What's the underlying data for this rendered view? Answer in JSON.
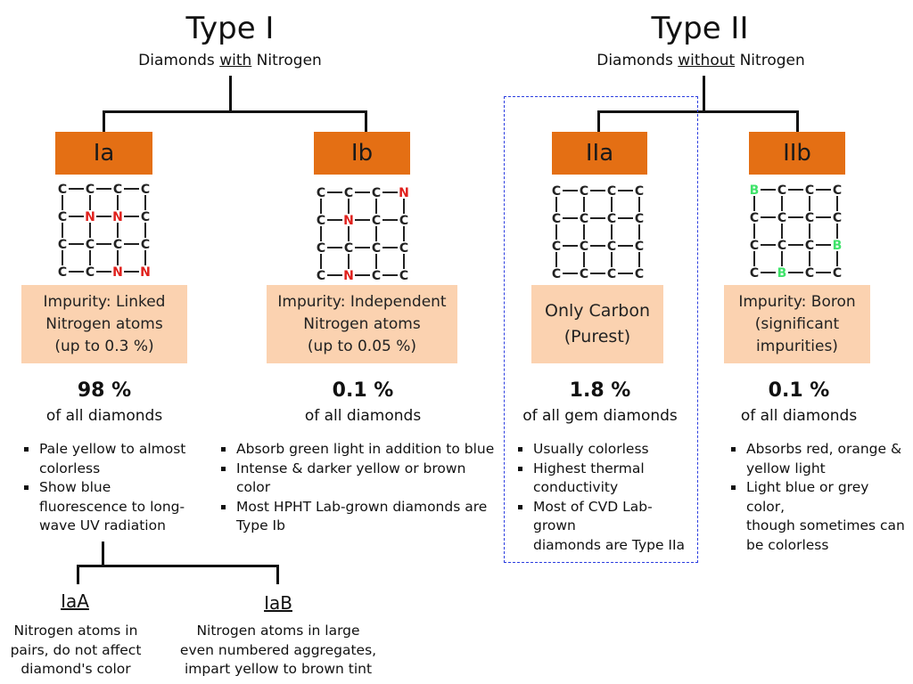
{
  "type1": {
    "title": "Type I",
    "subtitle_pre": "Diamonds ",
    "subtitle_em": "with",
    "subtitle_post": " Nitrogen"
  },
  "type2": {
    "title": "Type II",
    "subtitle_pre": "Diamonds ",
    "subtitle_em": "without",
    "subtitle_post": " Nitrogen"
  },
  "categories": [
    {
      "label": "Ia",
      "impurity_lines": [
        "Impurity: Linked",
        "Nitrogen atoms",
        "(up to 0.3 %)"
      ],
      "percent": "98 %",
      "percent_sub": "of all diamonds",
      "bullets": [
        [
          "Pale yellow to almost",
          "colorless"
        ],
        [
          "Show blue",
          "fluorescence to long-",
          "wave UV radiation"
        ]
      ]
    },
    {
      "label": "Ib",
      "impurity_lines": [
        "Impurity: Independent",
        "Nitrogen atoms",
        "(up to 0.05 %)"
      ],
      "percent": "0.1 %",
      "percent_sub": "of all diamonds",
      "bullets": [
        [
          "Absorb green light in addition to blue"
        ],
        [
          "Intense & darker yellow or brown",
          "color"
        ],
        [
          "Most HPHT Lab-grown diamonds are",
          "Type Ib"
        ]
      ]
    },
    {
      "label": "IIa",
      "impurity_lines": [
        "Only Carbon",
        "(Purest)"
      ],
      "percent": "1.8 %",
      "percent_sub": "of all gem diamonds",
      "bullets": [
        [
          "Usually colorless"
        ],
        [
          "Highest thermal",
          "conductivity"
        ],
        [
          "Most of CVD Lab-grown",
          "diamonds are Type IIa"
        ]
      ]
    },
    {
      "label": "IIb",
      "impurity_lines": [
        "Impurity: Boron",
        "(significant",
        "impurities)"
      ],
      "percent": "0.1 %",
      "percent_sub": "of all diamonds",
      "bullets": [
        [
          "Absorbs red, orange &",
          "yellow light"
        ],
        [
          "Light blue or grey color,",
          "though sometimes can",
          "be colorless"
        ]
      ]
    }
  ],
  "subtypes": [
    {
      "label": "IaA",
      "lines": [
        "Nitrogen atoms in",
        "pairs, do not affect",
        "diamond's color"
      ]
    },
    {
      "label": "IaB",
      "lines": [
        "Nitrogen atoms in large",
        "even numbered aggregates,",
        "impart yellow to brown tint"
      ]
    }
  ],
  "lattices": {
    "carbon_symbol": "C",
    "nitrogen_symbol": "N",
    "boron_symbol": "B",
    "colors": {
      "carbon": "#222222",
      "nitrogen": "#e0201c",
      "boron": "#3fe36a"
    },
    "Ia": [
      [
        "C",
        "C",
        "C",
        "C"
      ],
      [
        "C",
        "N",
        "N",
        "C"
      ],
      [
        "C",
        "C",
        "C",
        "C"
      ],
      [
        "C",
        "C",
        "N",
        "N"
      ]
    ],
    "Ib": [
      [
        "C",
        "C",
        "C",
        "N"
      ],
      [
        "C",
        "N",
        "C",
        "C"
      ],
      [
        "C",
        "C",
        "C",
        "C"
      ],
      [
        "C",
        "N",
        "C",
        "C"
      ]
    ],
    "IIa": [
      [
        "C",
        "C",
        "C",
        "C"
      ],
      [
        "C",
        "C",
        "C",
        "C"
      ],
      [
        "C",
        "C",
        "C",
        "C"
      ],
      [
        "C",
        "C",
        "C",
        "C"
      ]
    ],
    "IIb": [
      [
        "B",
        "C",
        "C",
        "C"
      ],
      [
        "C",
        "C",
        "C",
        "C"
      ],
      [
        "C",
        "C",
        "C",
        "B"
      ],
      [
        "C",
        "B",
        "C",
        "C"
      ]
    ]
  },
  "colors": {
    "orange_box": "#e46f14",
    "peach_box": "#fbd2b0",
    "dashed_border": "#2b3de0"
  }
}
